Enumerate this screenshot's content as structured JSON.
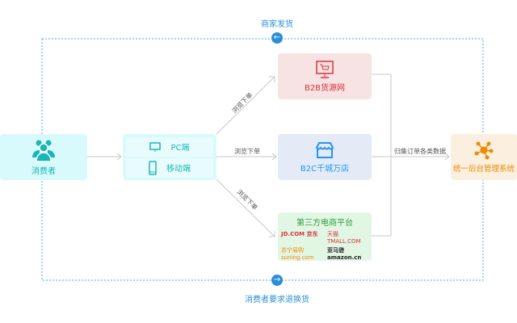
{
  "top_label": "商家发货",
  "bottom_label": "消费者要求退换货",
  "consumer": {
    "label": "消费者",
    "icon": "users-icon",
    "color": "#18b6b6"
  },
  "channels": [
    {
      "label": "PC端",
      "icon": "monitor-icon"
    },
    {
      "label": "移动端",
      "icon": "phone-icon"
    }
  ],
  "edges": {
    "browse_order": "浏览下单",
    "collect": "归集订单各类数据"
  },
  "b2b": {
    "label": "B2B货源网",
    "icon": "cart-screen-icon",
    "color": "#d9333f"
  },
  "b2c": {
    "label": "B2C千城万店",
    "icon": "store-icon",
    "color": "#2196f3"
  },
  "third_party": {
    "title": "第三方电商平台",
    "logos": [
      "JD.COM 京东",
      "天猫 TMALL.COM",
      "苏宁易购 suning.com",
      "亚马逊 amazon.cn"
    ]
  },
  "backend": {
    "label": "统一后台管理系统",
    "icon": "network-hub-icon",
    "color": "#f08a00"
  }
}
